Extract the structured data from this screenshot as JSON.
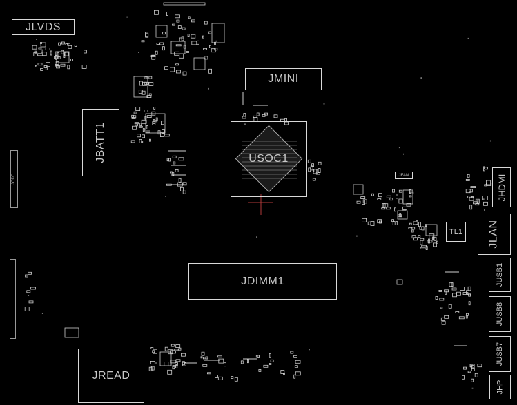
{
  "colors": {
    "background": "#000000",
    "silkscreen": "#d8d8d8"
  },
  "components": {
    "jlvds": "JLVDS",
    "jmini": "JMINI",
    "jbatt1": "JBATT1",
    "usoc1": "USOC1",
    "jdimm1": "JDIMM1",
    "jread": "JREAD",
    "jhdmi": "JHDMI",
    "jlan": "JLAN",
    "tl1": "TL1",
    "jusb1": "JUSB1",
    "jusb8": "JUSB8",
    "jusb7": "JUSB7",
    "jhp": "JHP",
    "jfan": "JFAN",
    "jodd": "JODD"
  }
}
